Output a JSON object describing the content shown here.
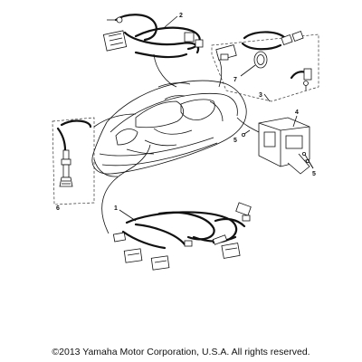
{
  "callouts": {
    "c1": "1",
    "c2": "2",
    "c3": "3",
    "c4": "4",
    "c5a": "5",
    "c5b": "5",
    "c6": "6",
    "c7": "7"
  },
  "footer": {
    "copyright": "©2013 Yamaha Motor Corporation, U.S.A. All rights reserved."
  }
}
